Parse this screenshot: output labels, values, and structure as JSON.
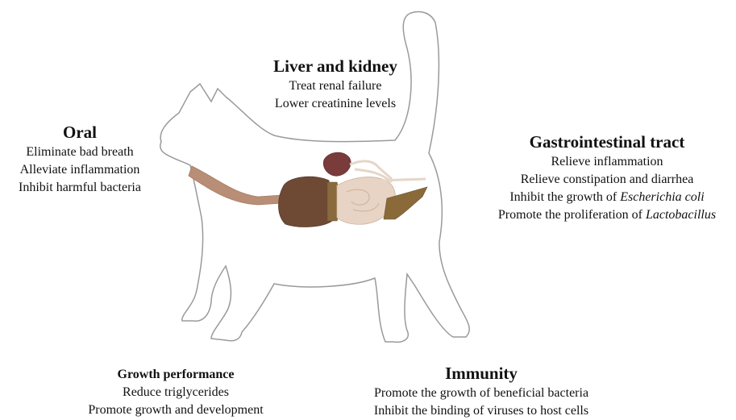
{
  "oral": {
    "title": "Oral",
    "lines": [
      "Eliminate bad breath",
      "Alleviate inflammation",
      "Inhibit harmful bacteria"
    ]
  },
  "liver": {
    "title": "Liver and kidney",
    "lines": [
      "Treat renal failure",
      "Lower creatinine levels"
    ]
  },
  "gi": {
    "title": "Gastrointestinal tract",
    "lines": [
      "Relieve inflammation",
      "Relieve constipation and diarrhea"
    ],
    "line3_prefix": "Inhibit the growth of ",
    "line3_italic": "Escherichia coli",
    "line4_prefix": "Promote the proliferation of ",
    "line4_italic": "Lactobacillus"
  },
  "growth": {
    "title": "Growth performance",
    "lines": [
      "Reduce triglycerides",
      "Promote growth and development"
    ]
  },
  "immunity": {
    "title": "Immunity",
    "lines": [
      "Promote the growth of beneficial bacteria",
      "Inhibit the binding of viruses to host cells"
    ]
  },
  "colors": {
    "outline": "#9a9a9a",
    "esophagus": "#b98e76",
    "liver": "#6e4a35",
    "stomach": "#8a6a3c",
    "kidney": "#7a3b3b",
    "intestine": "#e8d4c4",
    "colon": "#8b6a3a"
  }
}
